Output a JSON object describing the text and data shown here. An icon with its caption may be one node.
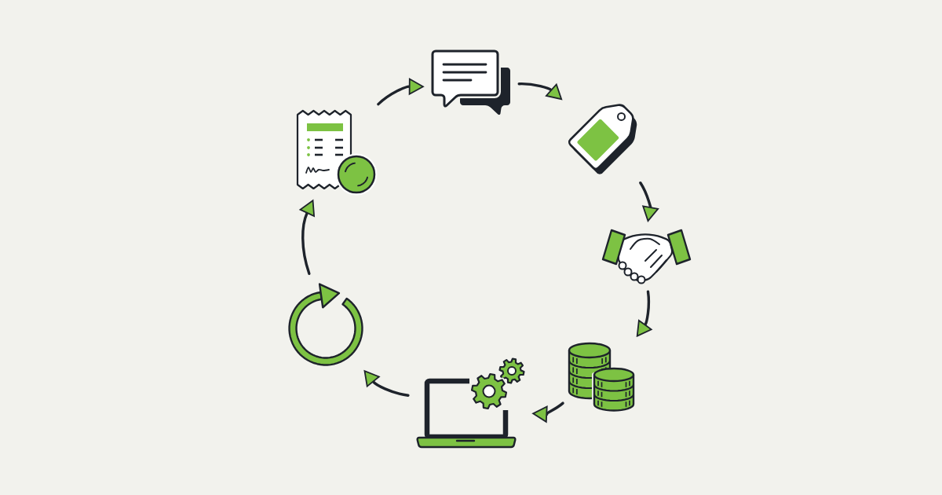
{
  "diagram": {
    "nodes": [
      {
        "text": [],
        "shape": "picture"
      },
      {
        "text": [],
        "shape": "picture"
      },
      {
        "text": [],
        "shape": "picture"
      },
      {
        "text": [],
        "shape": "picture"
      },
      {
        "text": [],
        "shape": "picture"
      },
      {
        "text": [],
        "shape": "picture"
      },
      {
        "text": [],
        "shape": "picture"
      }
    ],
    "edges": [
      {
        "from": 0,
        "to": 1,
        "arrow": "to"
      },
      {
        "from": 1,
        "to": 2,
        "arrow": "to"
      },
      {
        "from": 2,
        "to": 3,
        "arrow": "to"
      },
      {
        "from": 3,
        "to": 4,
        "arrow": "to"
      },
      {
        "from": 4,
        "to": 5,
        "arrow": "to"
      },
      {
        "from": 5,
        "to": 6,
        "arrow": "to"
      },
      {
        "from": 6,
        "to": 0,
        "arrow": "to"
      }
    ]
  }
}
